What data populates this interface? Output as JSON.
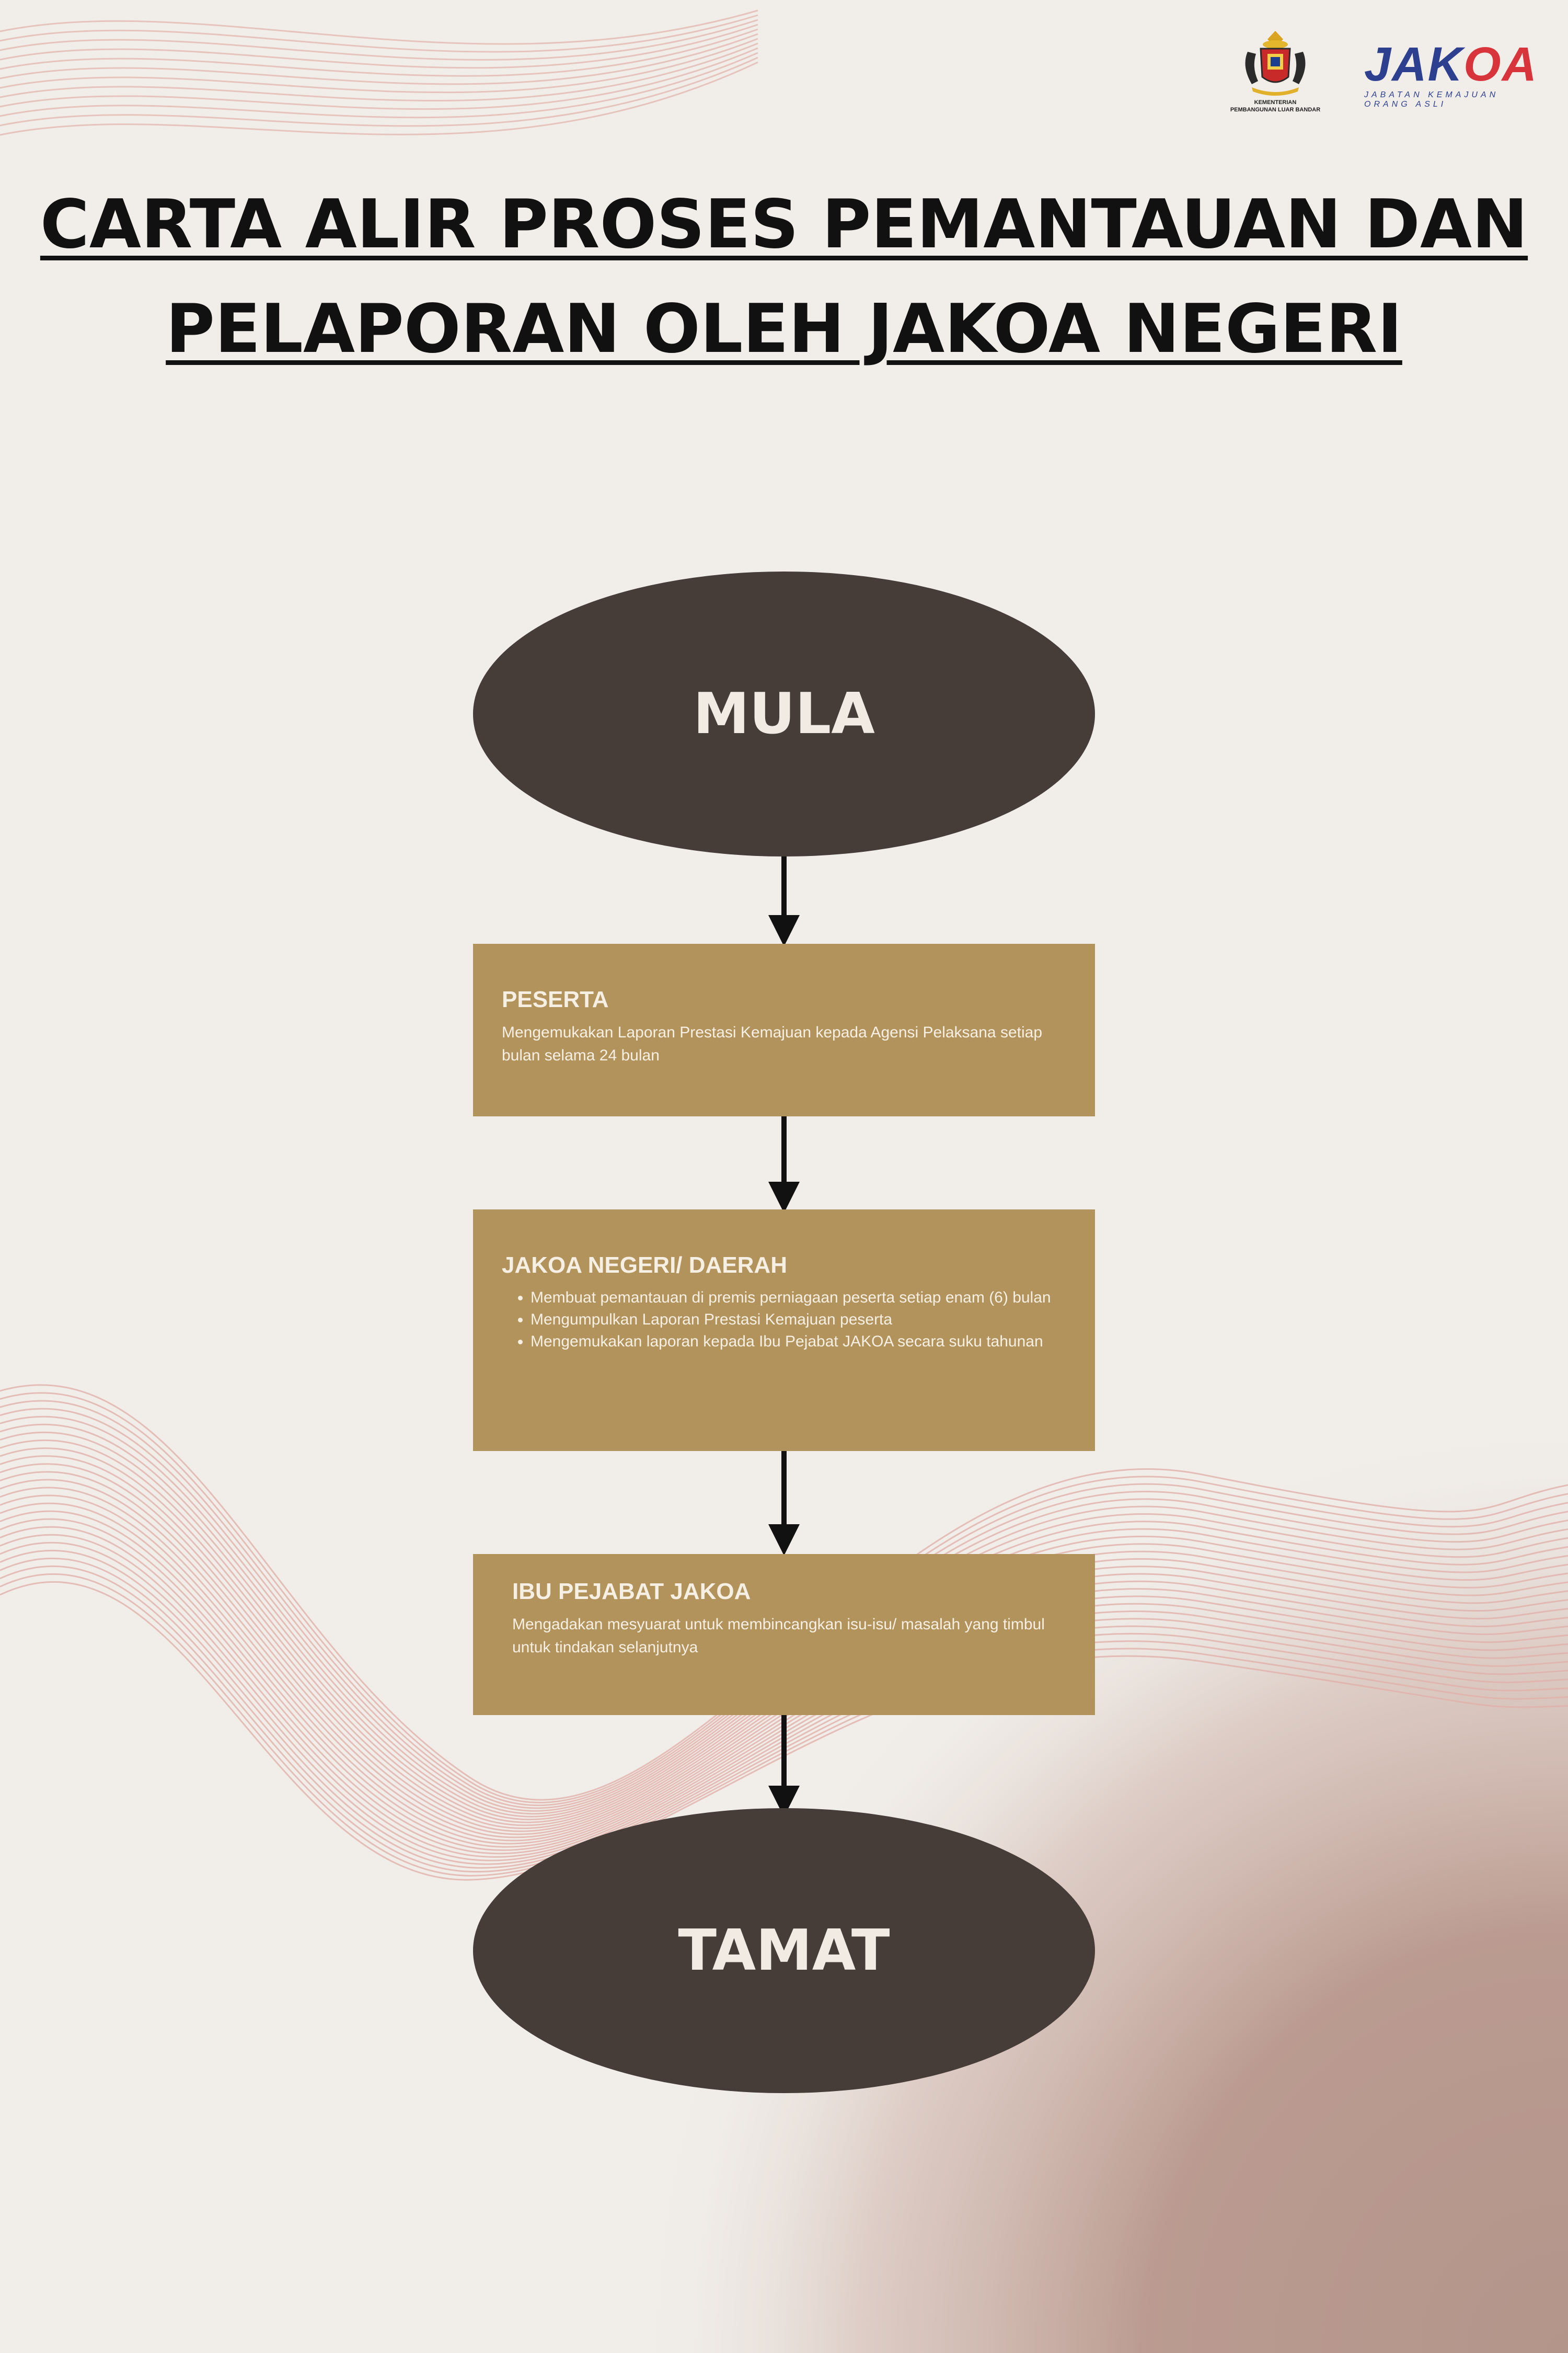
{
  "header": {
    "crest_caption": "KEMENTERIAN\nPEMBANGUNAN LUAR BANDAR",
    "jakoa_logo": {
      "word_main": "JAK",
      "word_accent": "OA",
      "tagline": "JABATAN KEMAJUAN ORANG ASLI"
    }
  },
  "title": {
    "line1": "CARTA ALIR PROSES PEMANTAUAN DAN",
    "line2": "PELAPORAN OLEH JAKOA NEGERI"
  },
  "flow": {
    "start": "MULA",
    "steps": [
      {
        "title": "PESERTA",
        "text": "Mengemukakan Laporan Prestasi Kemajuan kepada Agensi Pelaksana setiap bulan selama 24 bulan"
      },
      {
        "title": "JAKOA NEGERI/ DAERAH",
        "bullets": [
          "Membuat  pemantauan  di premis perniagaan peserta setiap enam (6) bulan",
          "Mengumpulkan Laporan Prestasi Kemajuan peserta",
          "Mengemukakan laporan kepada Ibu Pejabat JAKOA secara suku tahunan"
        ]
      },
      {
        "title": "IBU PEJABAT JAKOA",
        "text": "Mengadakan mesyuarat untuk membincangkan isu-isu/ masalah yang timbul untuk tindakan selanjutnya"
      }
    ],
    "end": "TAMAT"
  },
  "colors": {
    "background": "#f1eeea",
    "terminal": "#463c38",
    "process": "#b3935c",
    "arrow": "#111111",
    "wave_lines": "#e2b1ab",
    "corner_gradient": "#b39187"
  }
}
